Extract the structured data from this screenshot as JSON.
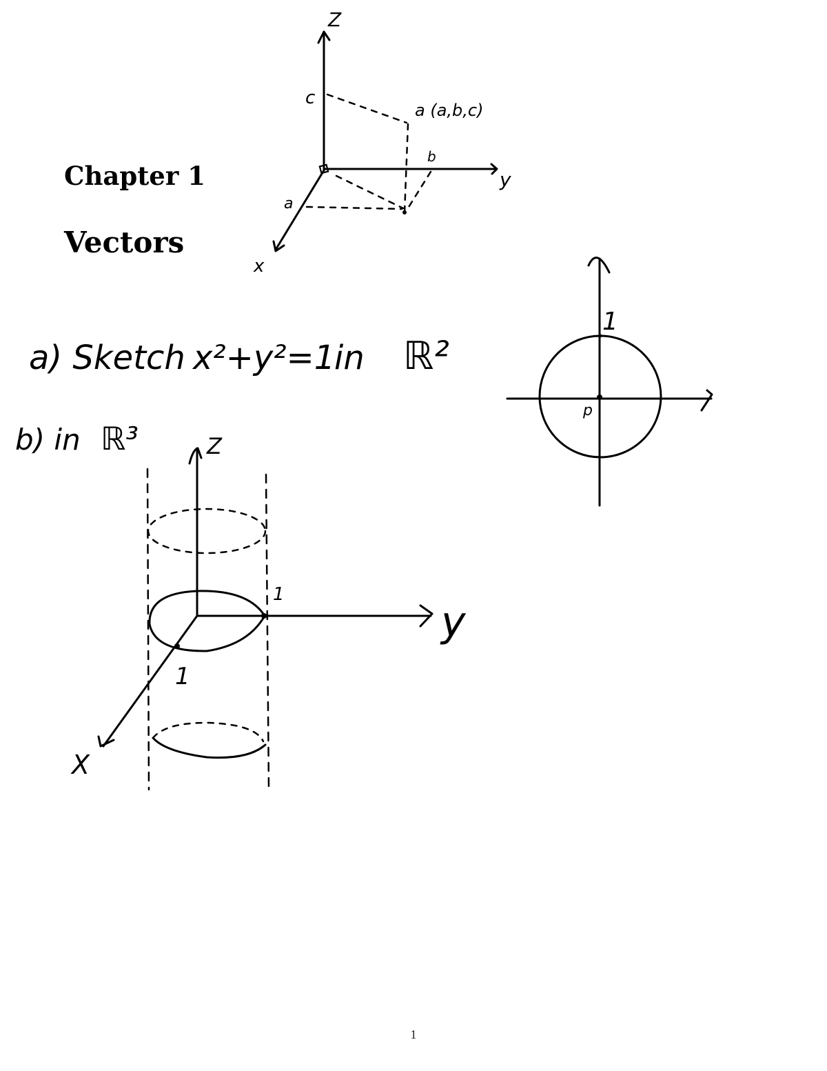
{
  "document": {
    "chapter_title": "Chapter 1",
    "section_title": "Vectors",
    "page_number": "1"
  },
  "figure_3d_point": {
    "axis_labels": {
      "z": "Z",
      "y": "y",
      "x": "x"
    },
    "coordinate_labels": {
      "x": "a",
      "y": "b",
      "z": "c"
    },
    "point_label": "a (a,b,c)"
  },
  "problem_a": {
    "label": "a) Sketch",
    "equation": "x²+y²=1",
    "in_text": "in",
    "space": "ℝ²"
  },
  "figure_circle_2d": {
    "tick_label": "1",
    "origin_label": "p"
  },
  "problem_b": {
    "label": "b) in",
    "space": "ℝ³"
  },
  "figure_cylinder_3d": {
    "axis_labels": {
      "z": "Z",
      "y": "y",
      "x": "X"
    },
    "tick_label_y": "1",
    "tick_label_x": "1"
  }
}
